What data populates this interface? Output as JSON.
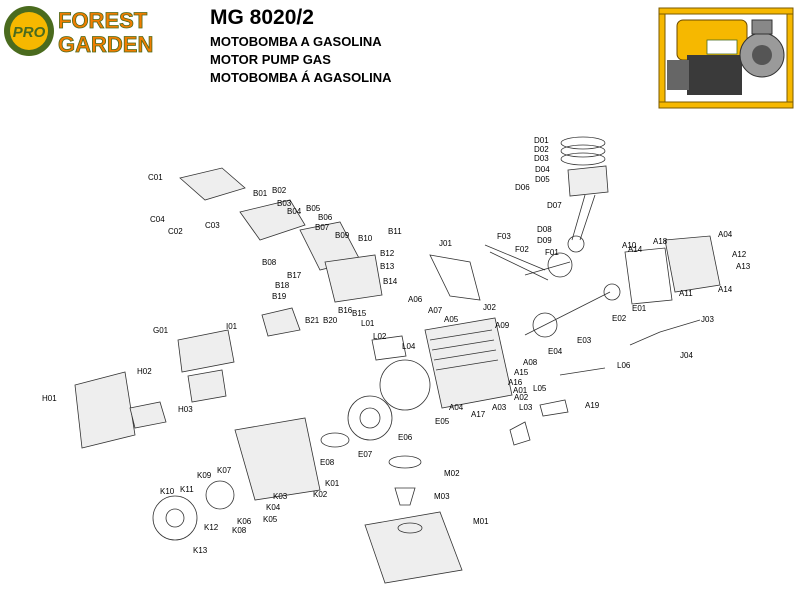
{
  "brand": {
    "badge": "PRO",
    "line1": "FOREST",
    "line2": "GARDEN",
    "colors": {
      "green": "#4a6b1e",
      "orange": "#f07d00",
      "yellow": "#f6b800"
    }
  },
  "header": {
    "model": "MG 8020/2",
    "title_pt": "MOTOBOMBA A GASOLINA",
    "title_en": "MOTOR PUMP GAS",
    "title_gl": "MOTOBOMBA Á AGASOLINA"
  },
  "labels": [
    "C01",
    "C02",
    "C03",
    "C04",
    "B01",
    "B02",
    "B03",
    "B04",
    "B05",
    "B06",
    "B07",
    "B08",
    "B09",
    "B10",
    "B11",
    "B12",
    "B13",
    "B14",
    "B15",
    "B16",
    "B17",
    "B18",
    "B19",
    "B20",
    "B21",
    "I01",
    "G01",
    "H01",
    "H02",
    "H03",
    "J01",
    "J02",
    "J03",
    "J04",
    "F01",
    "F02",
    "F03",
    "D01",
    "D02",
    "D03",
    "D04",
    "D05",
    "D06",
    "D07",
    "D08",
    "D09",
    "E01",
    "E02",
    "E03",
    "E04",
    "E05",
    "E06",
    "E07",
    "E08",
    "A01",
    "A02",
    "A03",
    "A04",
    "A05",
    "A06",
    "A07",
    "A08",
    "A09",
    "A10",
    "A11",
    "A12",
    "A13",
    "A14",
    "A15",
    "A16",
    "A17",
    "A18",
    "A19",
    "L01",
    "L02",
    "L03",
    "L04",
    "L05",
    "L06",
    "K01",
    "K02",
    "K03",
    "K04",
    "K05",
    "K06",
    "K07",
    "K08",
    "K09",
    "K10",
    "K11",
    "K12",
    "K13",
    "M01",
    "M02",
    "M03",
    "A04",
    "A14"
  ]
}
